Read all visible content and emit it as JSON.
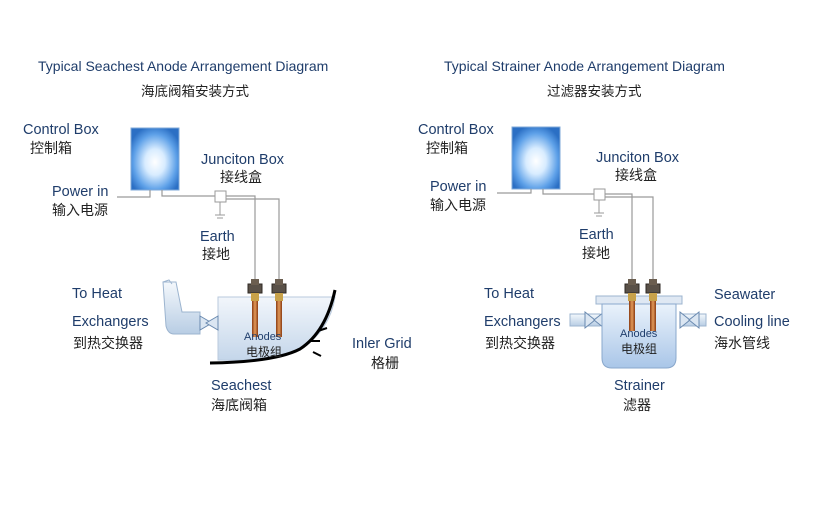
{
  "left": {
    "title_en": "Typical Seachest Anode Arrangement Diagram",
    "title_cn": "海底阀箱安装方式",
    "control_box_en": "Control Box",
    "control_box_cn": "控制箱",
    "power_in_en": "Power in",
    "power_in_cn": "输入电源",
    "junction_box_en": "Junciton Box",
    "junction_box_cn": "接线盒",
    "earth_en": "Earth",
    "earth_cn": "接地",
    "to_heat_en": "To Heat",
    "exchangers_en": "Exchangers",
    "heat_ex_cn": "到热交换器",
    "anodes_en": "Anodes",
    "anodes_cn": "电极组",
    "inlet_grid_en": "Inler Grid",
    "inlet_grid_cn": "格栅",
    "seachest_en": "Seachest",
    "seachest_cn": "海底阀箱"
  },
  "right": {
    "title_en": "Typical Strainer Anode Arrangement Diagram",
    "title_cn": "过滤器安装方式",
    "control_box_en": "Control Box",
    "control_box_cn": "控制箱",
    "power_in_en": "Power in",
    "power_in_cn": "输入电源",
    "junction_box_en": "Junciton Box",
    "junction_box_cn": "接线盒",
    "earth_en": "Earth",
    "earth_cn": "接地",
    "to_heat_en": "To Heat",
    "exchangers_en": "Exchangers",
    "heat_ex_cn": "到热交换器",
    "anodes_en": "Anodes",
    "anodes_cn": "电极组",
    "seawater_en": "Seawater",
    "cooling_line_en": "Cooling line",
    "cooling_cn": "海水管线",
    "strainer_en": "Strainer",
    "strainer_cn": "滤器"
  }
}
